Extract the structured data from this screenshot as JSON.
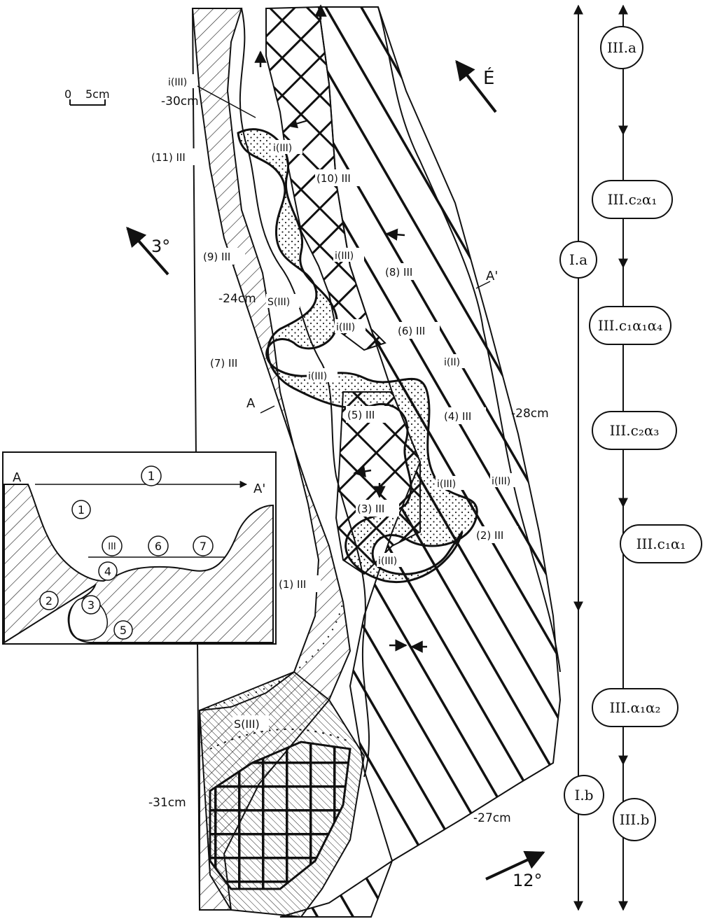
{
  "scale_bar": {
    "zero": "0",
    "length": "5cm"
  },
  "direction_labels": {
    "north_e": "É",
    "dip_3": "3°",
    "dip_12": "12°"
  },
  "depths": {
    "d30": "-30cm",
    "d24": "-24cm",
    "d28": "-28cm",
    "d31": "-31cm",
    "d27": "-27cm"
  },
  "section_marks": {
    "a": "A",
    "a_prime": "A'"
  },
  "zone_labels": {
    "z11": "(11) III",
    "z10": "(10) III",
    "z9": "(9) III",
    "z8": "(8) III",
    "z7": "(7) III",
    "z6": "(6) III",
    "z5": "(5) III",
    "z4": "(4) III",
    "z3": "(3) III",
    "z2": "(2) III",
    "z1": "(1) III"
  },
  "element_labels": {
    "i_top": "i(III)",
    "i_top2": "i(III)",
    "i_mid1": "i(III)",
    "i_mid2": "i(III)",
    "i_mid3": "i(III)",
    "i_right": "i(II)",
    "i_right2": "i(III)",
    "i_low": "i(III)",
    "i_low2": "i(III)",
    "s_mid": "S(III)",
    "s_low": "S(III)"
  },
  "inset": {
    "a": "A",
    "a_prime": "A'",
    "circle_1_top": "1",
    "circle_1_mid": "1",
    "circle_iii": "III",
    "circle_6": "6",
    "circle_7": "7",
    "circle_4": "4",
    "circle_2": "2",
    "circle_3": "3",
    "circle_5": "5"
  },
  "sequence": {
    "left_nodes": [
      "I.a",
      "I.b"
    ],
    "right_nodes": [
      "III.a",
      "III.c₂α₁",
      "III.c₁α₁α₄",
      "III.c₂α₃",
      "III.c₁α₁",
      "III.α₁α₂",
      "III.b"
    ]
  }
}
